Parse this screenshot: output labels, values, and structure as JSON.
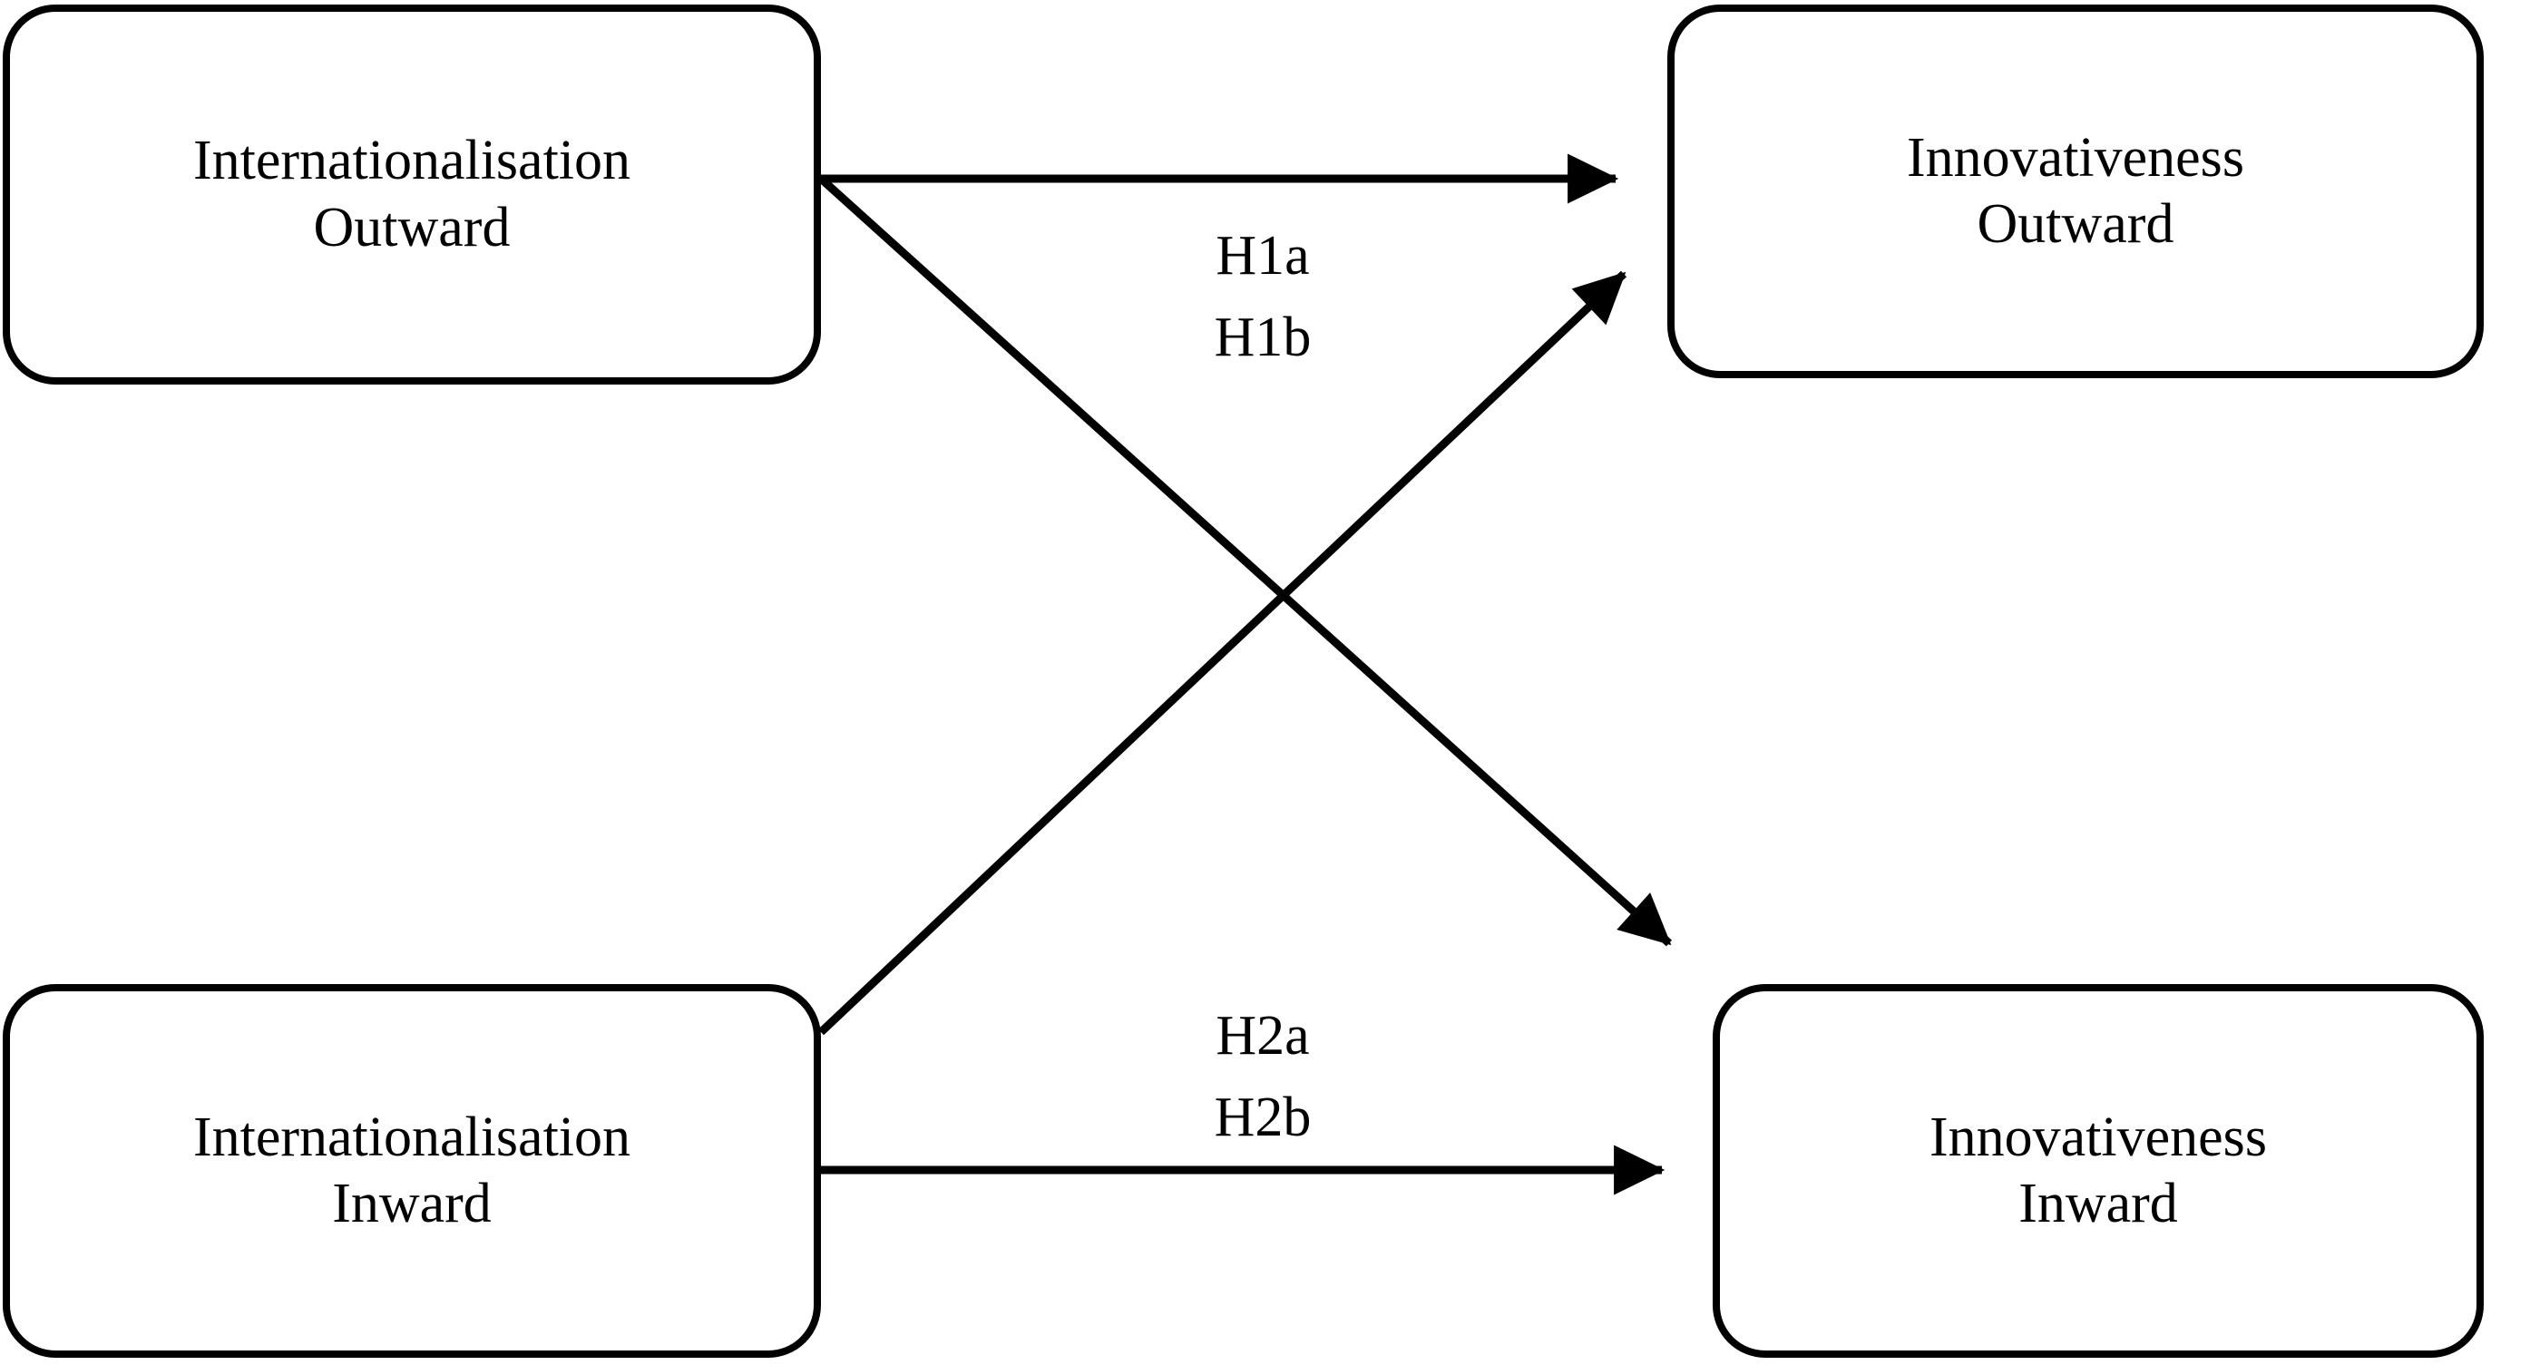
{
  "diagram": {
    "type": "conceptual-research-model",
    "background_color": "#ffffff",
    "stroke_color": "#000000",
    "nodes": [
      {
        "id": "internationalisation-outward",
        "line1": "Internationalisation",
        "line2": "Outward",
        "position": "top-left"
      },
      {
        "id": "innovativeness-outward",
        "line1": "Innovativeness",
        "line2": "Outward",
        "position": "top-right"
      },
      {
        "id": "internationalisation-inward",
        "line1": "Internationalisation",
        "line2": "Inward",
        "position": "bottom-left"
      },
      {
        "id": "innovativeness-inward",
        "line1": "Innovativeness",
        "line2": "Inward",
        "position": "bottom-right"
      }
    ],
    "labels": [
      {
        "id": "h1",
        "line1": "H1a",
        "line2": "H1b"
      },
      {
        "id": "h2",
        "line1": "H2a",
        "line2": "H2b"
      }
    ],
    "edges": [
      {
        "id": "edge-h1a",
        "from": "internationalisation-outward",
        "to": "innovativeness-outward",
        "label": "H1a",
        "style": "straight-horizontal",
        "arrowhead": "filled-triangle"
      },
      {
        "id": "edge-h1b",
        "from": "internationalisation-outward",
        "to": "innovativeness-inward",
        "label": "H1b",
        "style": "diagonal-down-right",
        "arrowhead": "filled-triangle"
      },
      {
        "id": "edge-h2a",
        "from": "internationalisation-inward",
        "to": "innovativeness-inward",
        "label": "H2a",
        "style": "straight-horizontal",
        "arrowhead": "filled-triangle"
      },
      {
        "id": "edge-h2b",
        "from": "internationalisation-inward",
        "to": "innovativeness-outward",
        "label": "H2b",
        "style": "diagonal-up-right",
        "arrowhead": "filled-triangle"
      }
    ]
  }
}
